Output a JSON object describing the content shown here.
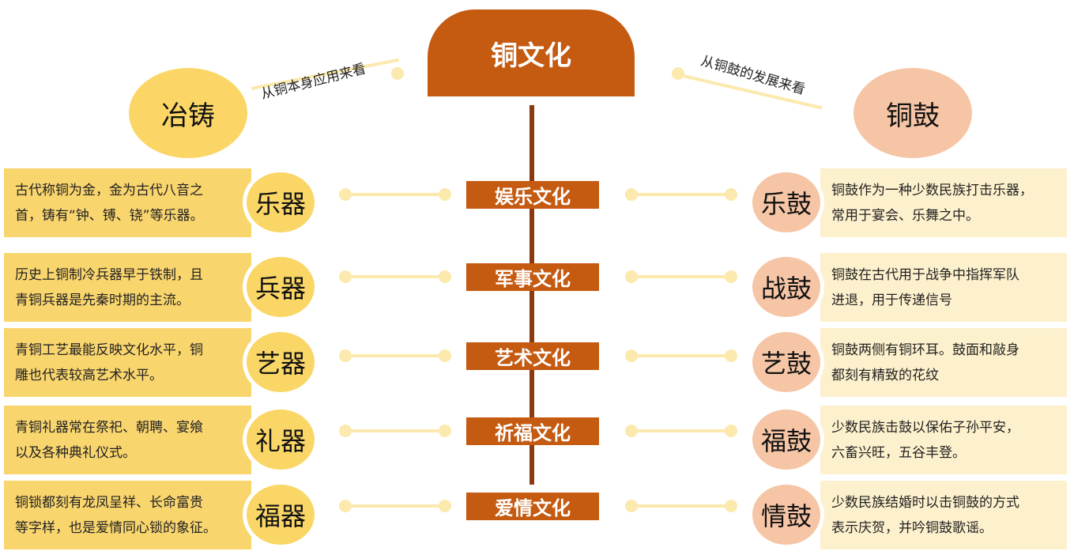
{
  "title": "铜文化",
  "left_heading": {
    "label": "冶铸",
    "caption": "从铜本身应用来看"
  },
  "right_heading": {
    "label": "铜鼓",
    "caption": "从铜鼓的发展来看"
  },
  "colors": {
    "brand": "#c55a11",
    "left_box": "#f9d56e",
    "right_box": "#fdf0cc",
    "right_circle": "#f6c5a5",
    "line": "#fbe9ad"
  },
  "rows": [
    {
      "center": "娱乐文化",
      "left_label": "乐器",
      "left_text": [
        "古代称铜为金，金为古代八音之",
        "首，铸有“钟、镈、铙”等乐器。"
      ],
      "right_label": "乐鼓",
      "right_text": [
        "铜鼓作为一种少数民族打击乐器，",
        "常用于宴会、乐舞之中。"
      ]
    },
    {
      "center": "军事文化",
      "left_label": "兵器",
      "left_text": [
        "历史上铜制冷兵器早于铁制，且",
        "青铜兵器是先秦时期的主流。"
      ],
      "right_label": "战鼓",
      "right_text": [
        "铜鼓在古代用于战争中指挥军队",
        "进退，用于传递信号"
      ]
    },
    {
      "center": "艺术文化",
      "left_label": "艺器",
      "left_text": [
        "青铜工艺最能反映文化水平，铜",
        "雕也代表较高艺术水平。"
      ],
      "right_label": "艺鼓",
      "right_text": [
        "铜鼓两侧有铜环耳。鼓面和敲身",
        "都刻有精致的花纹"
      ]
    },
    {
      "center": "祈福文化",
      "left_label": "礼器",
      "left_text": [
        "青铜礼器常在祭祀、朝聘、宴飨",
        "以及各种典礼仪式。"
      ],
      "right_label": "福鼓",
      "right_text": [
        "少数民族击鼓以保佑子孙平安，",
        "六畜兴旺，五谷丰登。"
      ]
    },
    {
      "center": "爱情文化",
      "left_label": "福器",
      "left_text": [
        "铜锁都刻有龙凤呈祥、长命富贵",
        "等字样，也是爱情同心锁的象征。"
      ],
      "right_label": "情鼓",
      "right_text": [
        "少数民族结婚时以击铜鼓的方式",
        "表示庆贺，并吟铜鼓歌谣。"
      ]
    }
  ]
}
